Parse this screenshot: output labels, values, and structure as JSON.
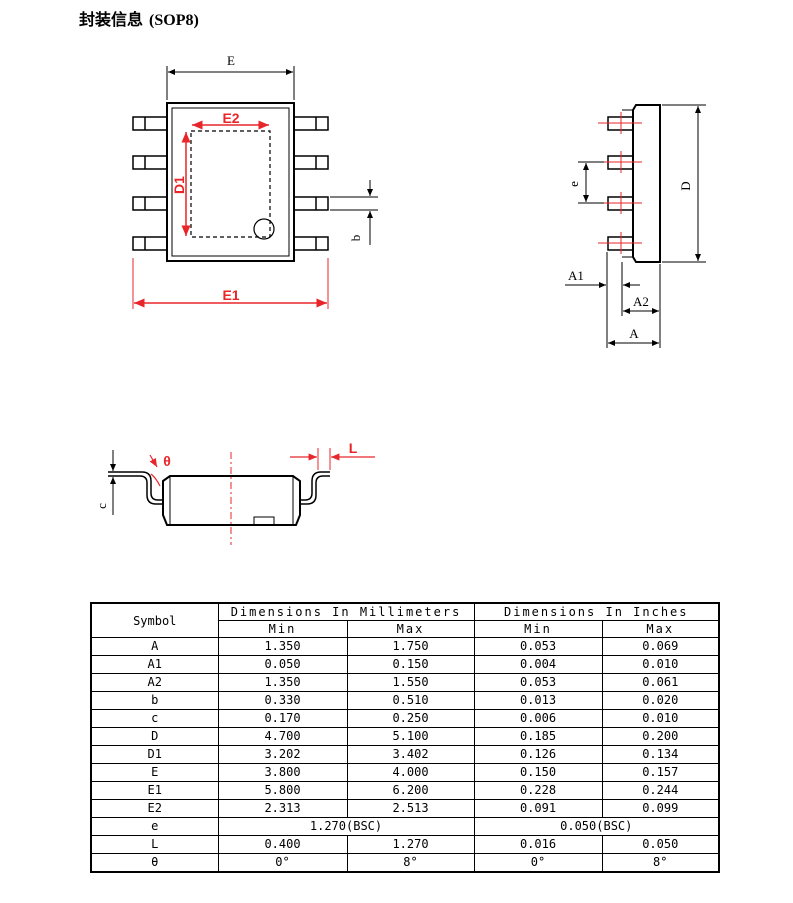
{
  "title": {
    "zh": "封装信息",
    "en": "(SOP8)"
  },
  "diagram_labels": {
    "top_view": {
      "E": "E",
      "E2": "E2",
      "D1": "D1",
      "b": "b",
      "E1": "E1"
    },
    "side_view": {
      "e": "e",
      "D": "D",
      "A1": "A1",
      "A2": "A2",
      "A": "A"
    },
    "front_view": {
      "theta": "θ",
      "L": "L",
      "c": "c"
    }
  },
  "table": {
    "header": {
      "symbol": "Symbol",
      "mm": "Dimensions In Millimeters",
      "inch": "Dimensions In Inches",
      "min": "Min",
      "max": "Max"
    },
    "rows": [
      {
        "symbol": "A",
        "mm_min": "1.350",
        "mm_max": "1.750",
        "in_min": "0.053",
        "in_max": "0.069"
      },
      {
        "symbol": "A1",
        "mm_min": "0.050",
        "mm_max": "0.150",
        "in_min": "0.004",
        "in_max": "0.010"
      },
      {
        "symbol": "A2",
        "mm_min": "1.350",
        "mm_max": "1.550",
        "in_min": "0.053",
        "in_max": "0.061"
      },
      {
        "symbol": "b",
        "mm_min": "0.330",
        "mm_max": "0.510",
        "in_min": "0.013",
        "in_max": "0.020"
      },
      {
        "symbol": "c",
        "mm_min": "0.170",
        "mm_max": "0.250",
        "in_min": "0.006",
        "in_max": "0.010"
      },
      {
        "symbol": "D",
        "mm_min": "4.700",
        "mm_max": "5.100",
        "in_min": "0.185",
        "in_max": "0.200"
      },
      {
        "symbol": "D1",
        "mm_min": "3.202",
        "mm_max": "3.402",
        "in_min": "0.126",
        "in_max": "0.134"
      },
      {
        "symbol": "E",
        "mm_min": "3.800",
        "mm_max": "4.000",
        "in_min": "0.150",
        "in_max": "0.157"
      },
      {
        "symbol": "E1",
        "mm_min": "5.800",
        "mm_max": "6.200",
        "in_min": "0.228",
        "in_max": "0.244"
      },
      {
        "symbol": "E2",
        "mm_min": "2.313",
        "mm_max": "2.513",
        "in_min": "0.091",
        "in_max": "0.099"
      }
    ],
    "row_e": {
      "symbol": "e",
      "mm": "1.270(BSC)",
      "inch": "0.050(BSC)"
    },
    "row_L": {
      "symbol": "L",
      "mm_min": "0.400",
      "mm_max": "1.270",
      "in_min": "0.016",
      "in_max": "0.050"
    },
    "row_theta": {
      "symbol": "θ",
      "mm_min": "0°",
      "mm_max": "8°",
      "in_min": "0°",
      "in_max": "8°"
    }
  },
  "colors": {
    "dimension_red": "#e8262a",
    "line": "#000000"
  }
}
